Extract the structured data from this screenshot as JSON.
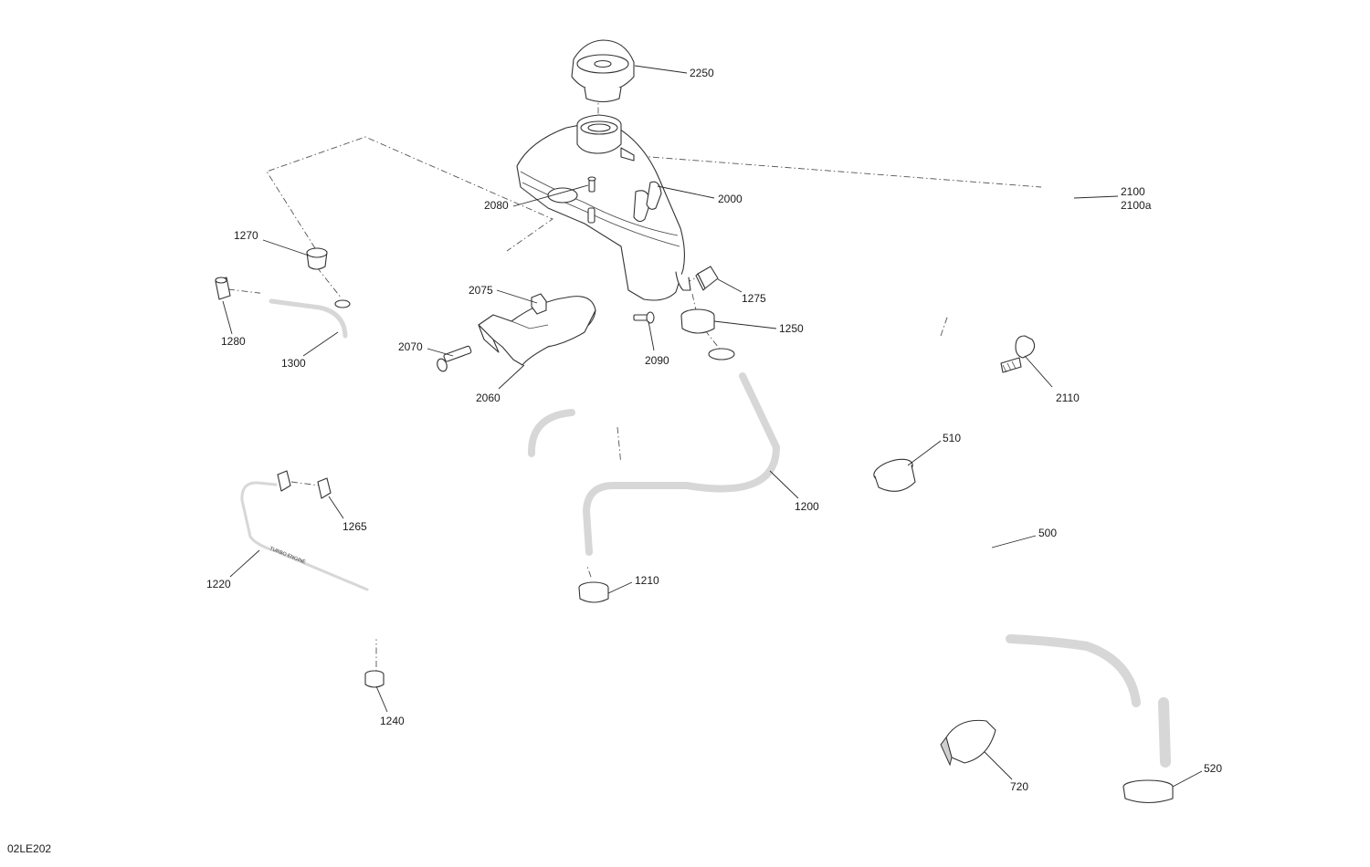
{
  "drawing_code": "02LE202",
  "callouts": {
    "c2250": "2250",
    "c2080": "2080",
    "c2000": "2000",
    "c2100": "2100",
    "c2100a": "2100a",
    "c1270": "1270",
    "c1280": "1280",
    "c1300": "1300",
    "c2075": "2075",
    "c2070": "2070",
    "c2060": "2060",
    "c2090": "2090",
    "c1275": "1275",
    "c1250": "1250",
    "c2110": "2110",
    "c510": "510",
    "c500": "500",
    "c1200": "1200",
    "c1265": "1265",
    "c1220": "1220",
    "c1210": "1210",
    "c1240": "1240",
    "c720": "720",
    "c520": "520"
  },
  "hose_print": "TURBO ENGINE"
}
